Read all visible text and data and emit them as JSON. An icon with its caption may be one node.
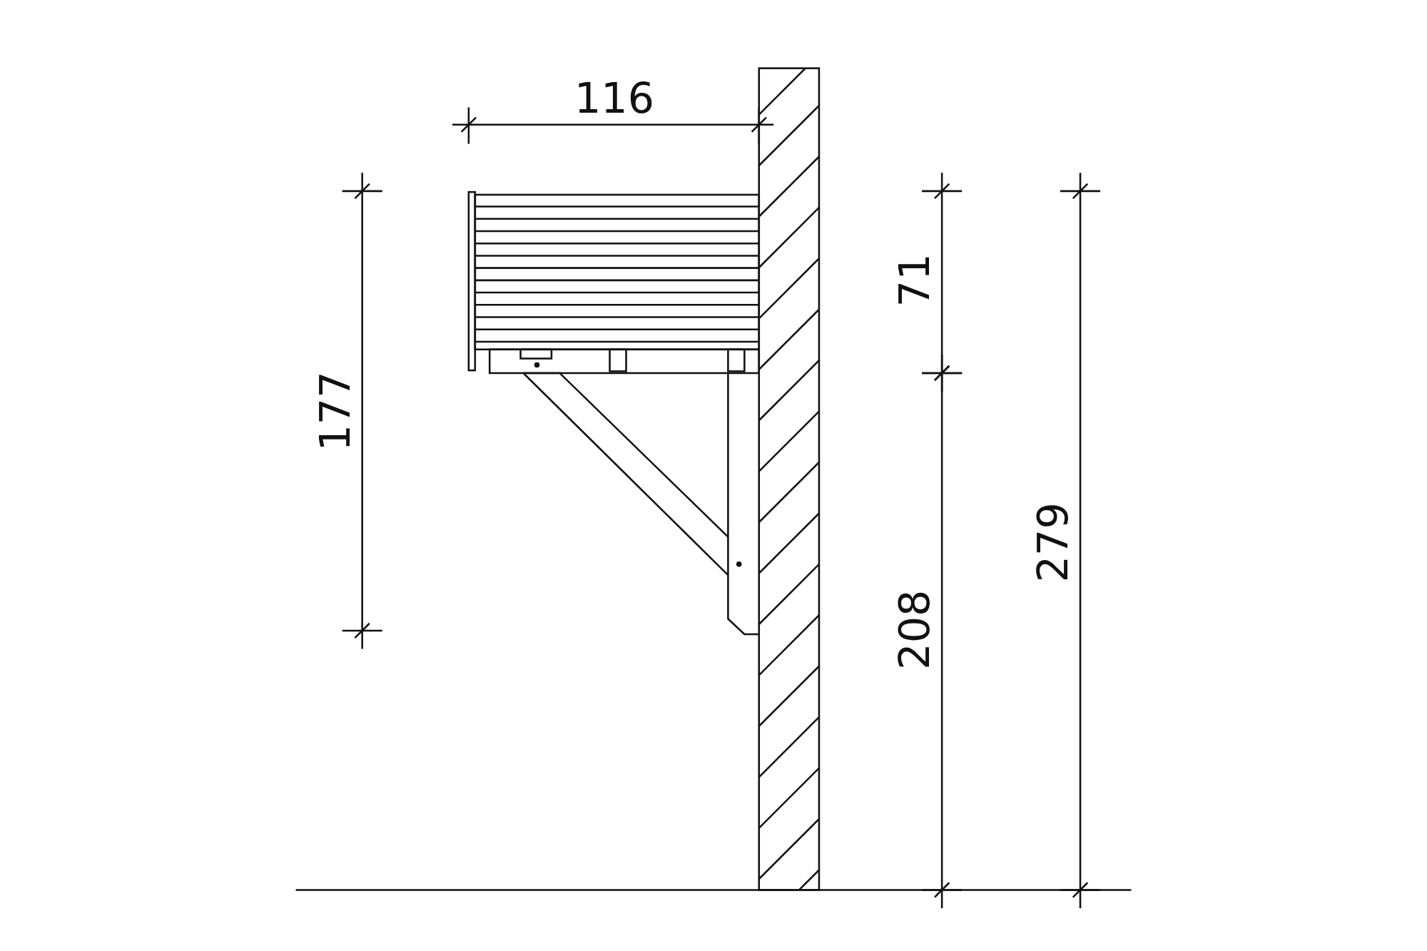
{
  "diagram": {
    "labels": [
      "116",
      "177",
      "71",
      "208",
      "279"
    ]
  }
}
